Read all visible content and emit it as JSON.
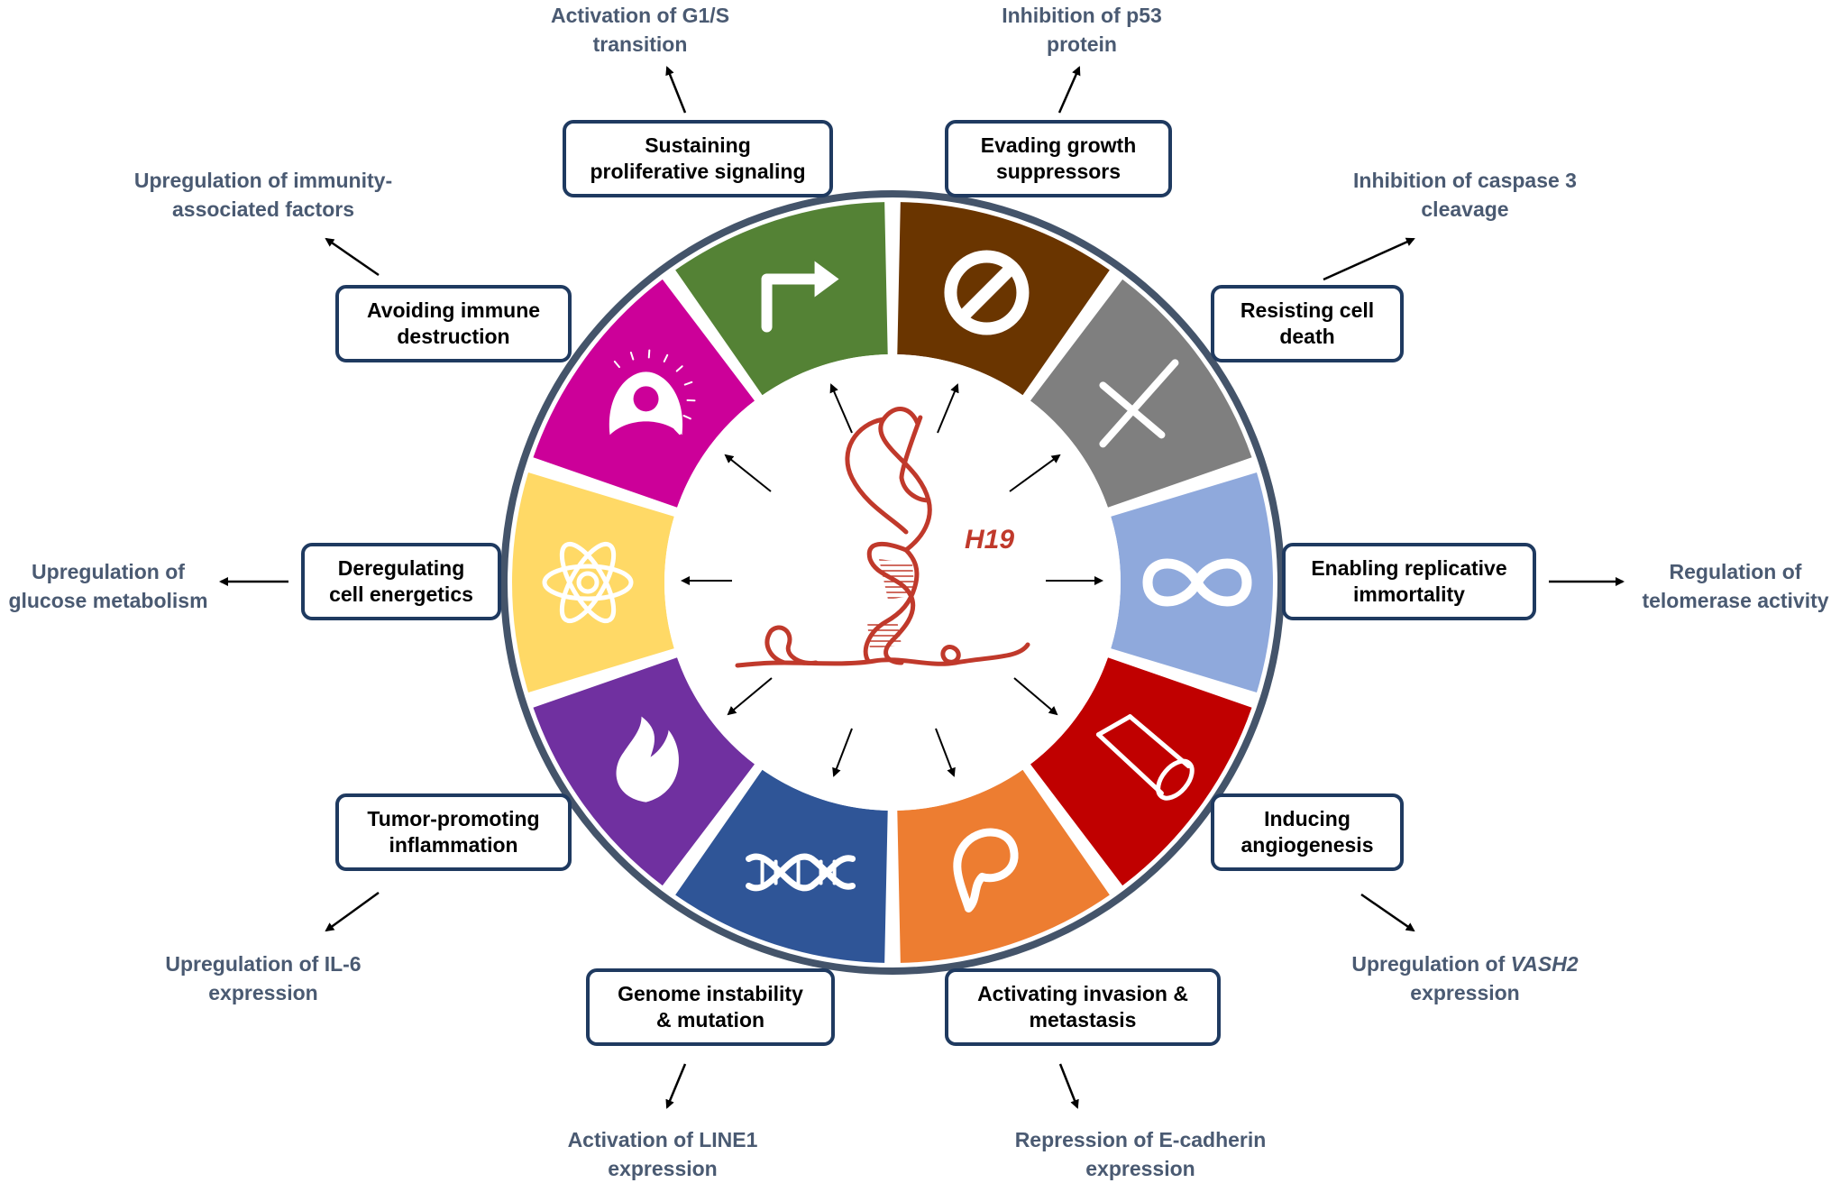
{
  "center": {
    "label": "H19"
  },
  "hallmarks": [
    {
      "id": "proliferative",
      "lines": [
        "Sustaining",
        "proliferative signaling"
      ],
      "color": "#548235",
      "icon": "arrow-icon",
      "effect": [
        "Activation of G1/S",
        "transition"
      ]
    },
    {
      "id": "growth-suppressors",
      "lines": [
        "Evading growth",
        "suppressors"
      ],
      "color": "#6a3500",
      "icon": "no-entry-icon",
      "effect": [
        "Inhibition of p53",
        "protein"
      ]
    },
    {
      "id": "cell-death",
      "lines": [
        "Resisting cell",
        "death"
      ],
      "color": "#7f7f7f",
      "icon": "cross-icon",
      "effect": [
        "Inhibition of caspase 3",
        "cleavage"
      ]
    },
    {
      "id": "replicative-immortality",
      "lines": [
        "Enabling replicative",
        "immortality"
      ],
      "color": "#8fa9dc",
      "icon": "infinity-icon",
      "effect": [
        "Regulation of",
        "telomerase activity"
      ]
    },
    {
      "id": "angiogenesis",
      "lines": [
        "Inducing",
        "angiogenesis"
      ],
      "color": "#c00000",
      "icon": "vessel-icon",
      "effect": [
        "Upregulation of VASH2",
        "expression"
      ]
    },
    {
      "id": "invasion",
      "lines": [
        "Activating invasion &",
        "metastasis"
      ],
      "color": "#ed7d31",
      "icon": "cell-icon",
      "effect": [
        "Repression of E-cadherin",
        "expression"
      ]
    },
    {
      "id": "genome",
      "lines": [
        "Genome instability",
        "& mutation"
      ],
      "color": "#2f5597",
      "icon": "dna-icon",
      "effect": [
        "Activation of LINE1",
        "expression"
      ]
    },
    {
      "id": "inflammation",
      "lines": [
        "Tumor-promoting",
        "inflammation"
      ],
      "color": "#7030a0",
      "icon": "flame-icon",
      "effect": [
        "Upregulation of IL-6",
        "expression"
      ]
    },
    {
      "id": "energetics",
      "lines": [
        "Deregulating",
        "cell energetics"
      ],
      "color": "#ffd966",
      "icon": "atom-icon",
      "effect": [
        "Upregulation of",
        "glucose metabolism"
      ]
    },
    {
      "id": "immune",
      "lines": [
        "Avoiding immune",
        "destruction"
      ],
      "color": "#cc0099",
      "icon": "immune-cell-icon",
      "effect": [
        "Upregulation of immunity-",
        "associated factors"
      ]
    }
  ]
}
